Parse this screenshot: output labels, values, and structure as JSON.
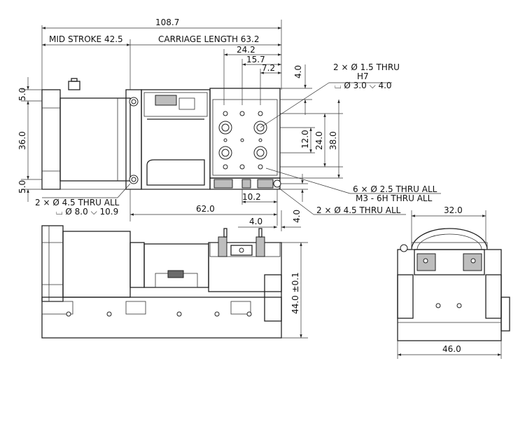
{
  "dimensions": {
    "overall_length": "108.7",
    "mid_stroke": "MID STROKE 42.5",
    "carriage_length": "CARRIAGE LENGTH 63.2",
    "d24_2": "24.2",
    "d15_7": "15.7",
    "d7_2": "7.2",
    "d4_0_top": "4.0",
    "d5_0_top": "5.0",
    "d36_0": "36.0",
    "d5_0_bottom": "5.0",
    "d12_0": "12.0",
    "d24_0": "24.0",
    "d38_0": "38.0",
    "d10_2": "10.2",
    "d62_0": "62.0",
    "d4_0_bottom": "4.0",
    "d4_0_right": "4.0",
    "d44_0": "44.0 ±0.1",
    "d32_0": "32.0",
    "d46_0": "46.0"
  },
  "notes": {
    "hole_1_5_line1": "2 × Ø 1.5 THRU",
    "hole_1_5_line2": "H7",
    "hole_1_5_line3": "⌴ Ø 3.0 ⌵ 4.0",
    "hole_2_5_line1": "6 × Ø 2.5 THRU ALL",
    "hole_2_5_line2": "M3 - 6H THRU ALL",
    "hole_4_5_right": "2 × Ø 4.5 THRU ALL",
    "hole_4_5_left_line1": "2 × Ø 4.5 THRU ALL",
    "hole_4_5_left_line2": "⌴ Ø 8.0 ⌵ 10.9"
  },
  "colors": {
    "line": "#222222",
    "fill_gray": "#bdbdbd",
    "background": "#ffffff"
  }
}
